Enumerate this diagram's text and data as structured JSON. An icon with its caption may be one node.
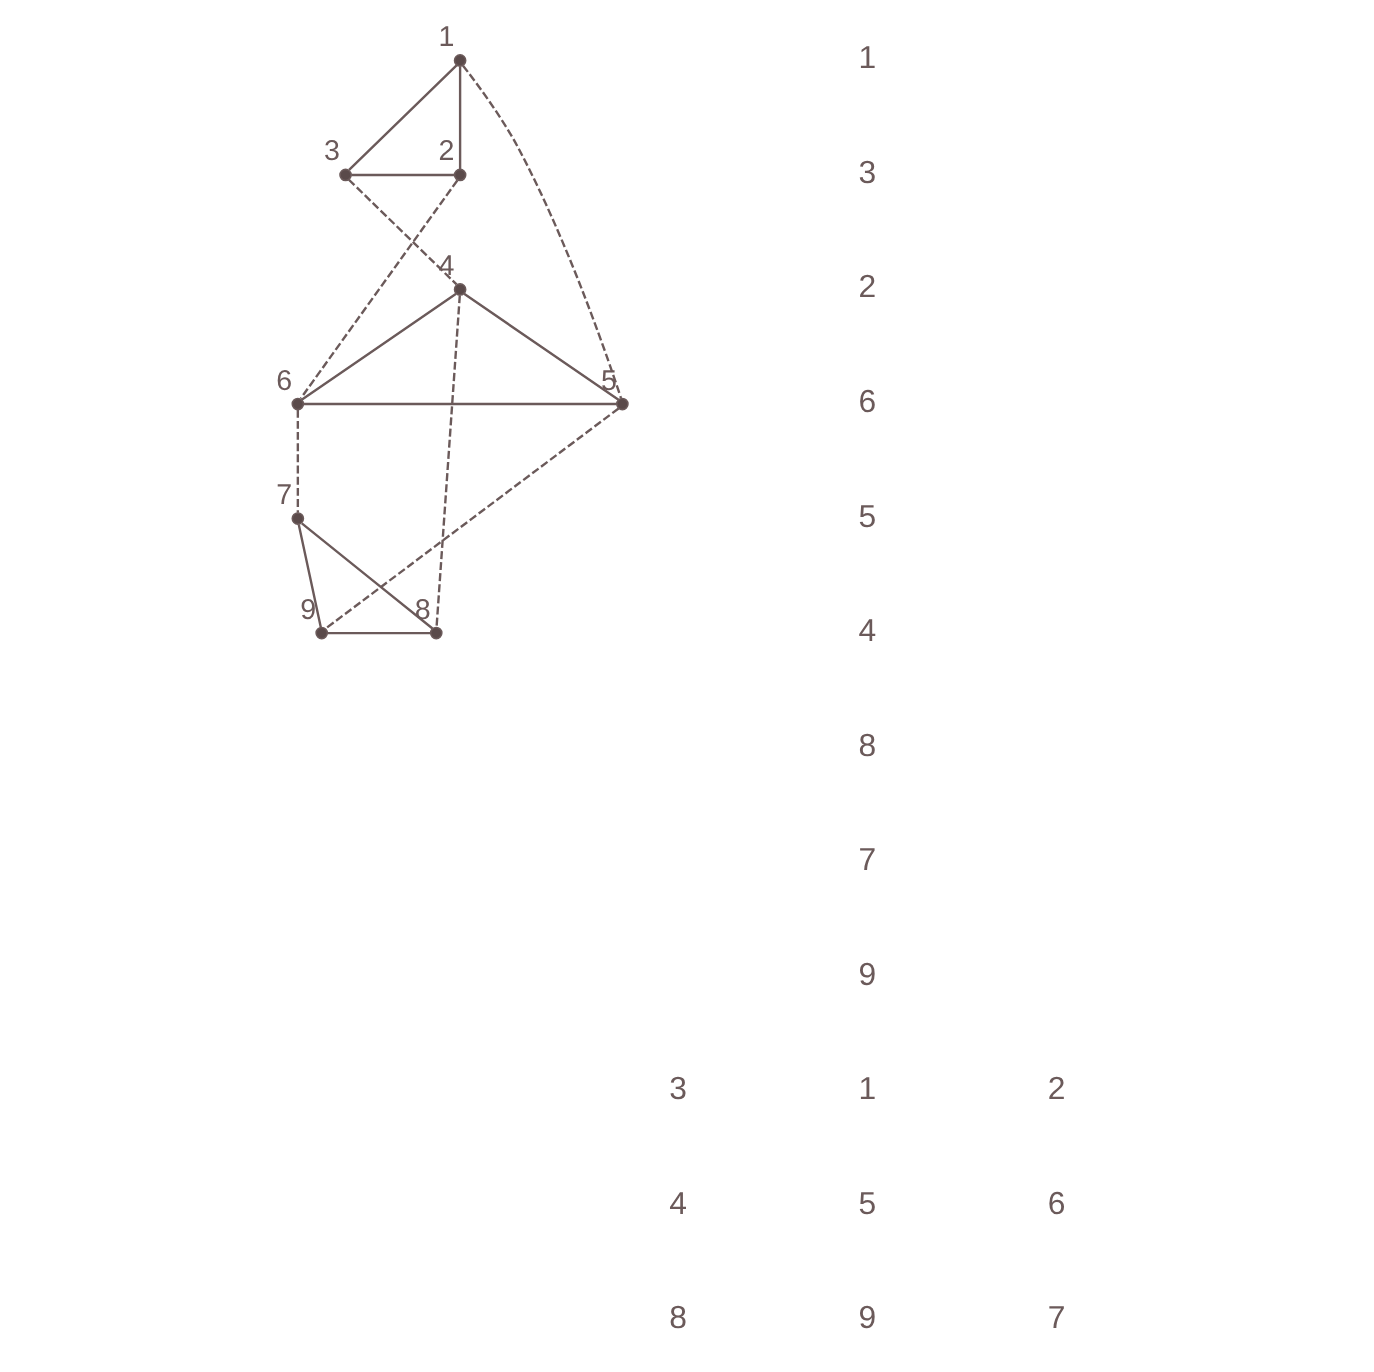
{
  "diagram": {
    "nodes": [
      {
        "text": [],
        "shape": "circle",
        "beside": [
          "1"
        ]
      },
      {
        "text": [],
        "shape": "circle",
        "beside": [
          "3"
        ]
      },
      {
        "text": [],
        "shape": "circle",
        "beside": [
          "2"
        ]
      },
      {
        "text": [],
        "shape": "circle",
        "beside": [
          "4"
        ]
      },
      {
        "text": [],
        "shape": "circle",
        "beside": [
          "6"
        ]
      },
      {
        "text": [],
        "shape": "circle",
        "beside": [
          "5"
        ]
      },
      {
        "text": [],
        "shape": "circle",
        "beside": [
          "7"
        ]
      },
      {
        "text": [],
        "shape": "circle",
        "beside": [
          "9"
        ]
      },
      {
        "text": [],
        "shape": "circle",
        "beside": [
          "8"
        ]
      }
    ],
    "edges": [
      {
        "from": 0,
        "to": 1,
        "arrow": "none"
      },
      {
        "from": 0,
        "to": 2,
        "arrow": "none"
      },
      {
        "from": 1,
        "to": 2,
        "arrow": "none"
      },
      {
        "from": 3,
        "to": 4,
        "arrow": "none"
      },
      {
        "from": 3,
        "to": 5,
        "arrow": "none"
      },
      {
        "from": 4,
        "to": 5,
        "arrow": "none"
      },
      {
        "from": 6,
        "to": 7,
        "arrow": "none"
      },
      {
        "from": 6,
        "to": 8,
        "arrow": "none"
      },
      {
        "from": 7,
        "to": 8,
        "arrow": "none"
      },
      {
        "from": 1,
        "to": 3,
        "arrow": "none",
        "style": "dashed"
      },
      {
        "from": 2,
        "to": 4,
        "arrow": "none",
        "style": "dashed"
      },
      {
        "from": 0,
        "to": 5,
        "arrow": "none",
        "style": "dashed"
      },
      {
        "from": 4,
        "to": 6,
        "arrow": "none",
        "style": "dashed"
      },
      {
        "from": 5,
        "to": 7,
        "arrow": "none",
        "style": "dashed"
      },
      {
        "from": 3,
        "to": 8,
        "arrow": "none",
        "style": "dashed"
      }
    ],
    "labels": [
      "1",
      "3",
      "2",
      "6",
      "5",
      "4",
      "8",
      "7",
      "9",
      "3",
      "1",
      "2",
      "4",
      "5",
      "6",
      "8",
      "9",
      "7"
    ]
  }
}
